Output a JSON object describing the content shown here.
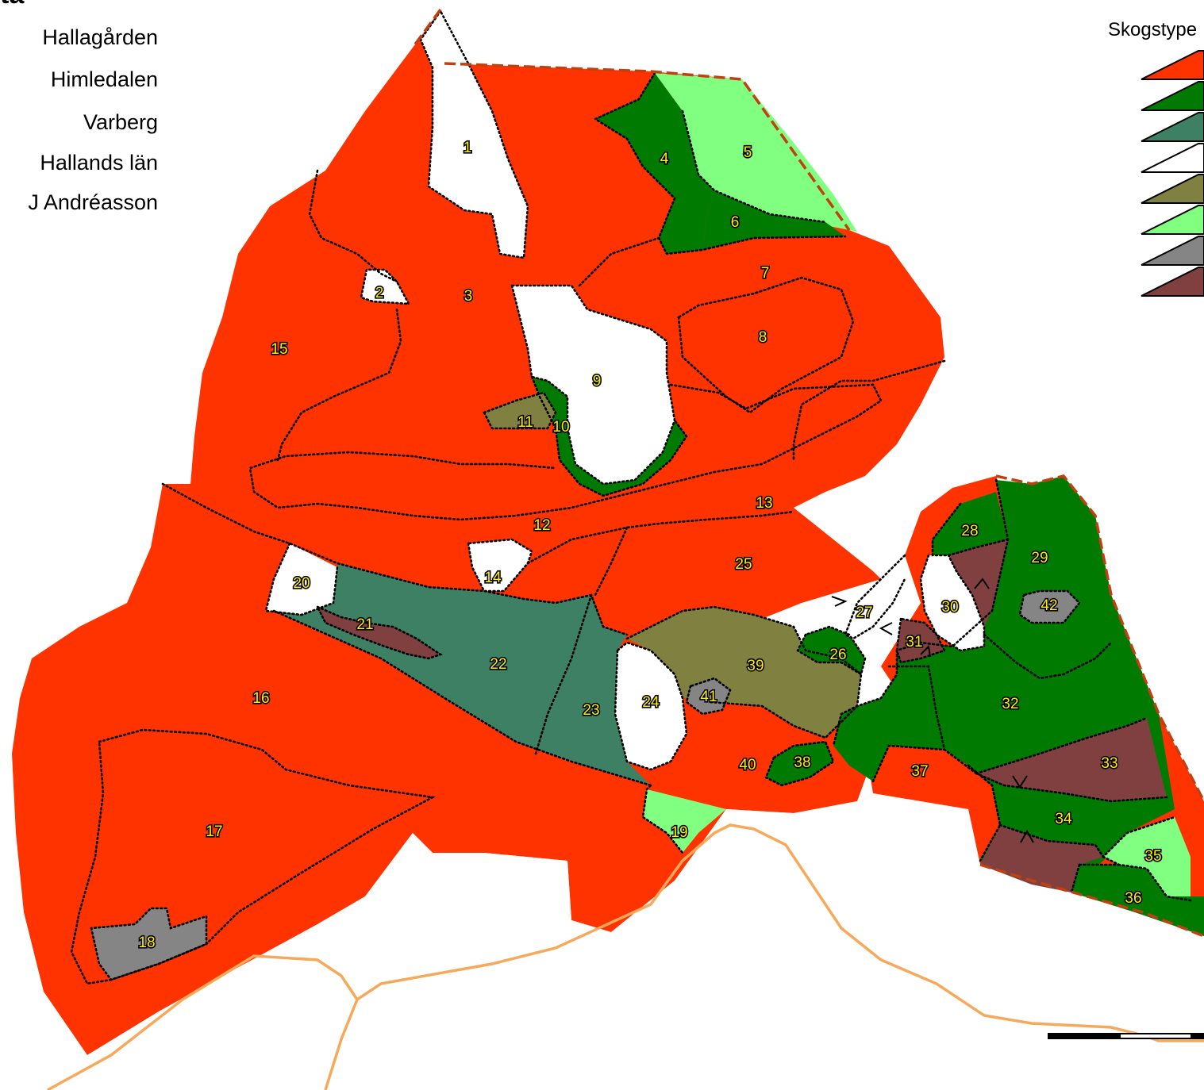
{
  "header": {
    "title_fragment": "ta",
    "info_lines": [
      "Hallagården",
      "Himledalen",
      "Varberg",
      "Hallands län",
      "J Andréasson"
    ]
  },
  "legend": {
    "title": "Skogstype",
    "swatches": [
      {
        "color": "#ff3300"
      },
      {
        "color": "#007a00"
      },
      {
        "color": "#3e8063"
      },
      {
        "color": "#ffffff"
      },
      {
        "color": "#808040"
      },
      {
        "color": "#80ff80"
      },
      {
        "color": "#858585"
      },
      {
        "color": "#804040"
      }
    ]
  },
  "colors": {
    "barrskog": "#ff3300",
    "lovskog": "#007a00",
    "blandskog": "#3e8063",
    "impediment": "#ffffff",
    "olive": "#808040",
    "light_green": "#80ff80",
    "gray": "#858585",
    "brown": "#804040",
    "road": "#f6a95a",
    "outer_border": "#c04010"
  },
  "stands": [
    "1",
    "2",
    "3",
    "4",
    "5",
    "6",
    "7",
    "8",
    "9",
    "10",
    "11",
    "12",
    "13",
    "14",
    "15",
    "16",
    "17",
    "18",
    "19",
    "20",
    "21",
    "22",
    "23",
    "24",
    "25",
    "26",
    "27",
    "28",
    "29",
    "30",
    "31",
    "32",
    "33",
    "34",
    "35",
    "36",
    "37",
    "38",
    "39",
    "40",
    "41",
    "42"
  ]
}
